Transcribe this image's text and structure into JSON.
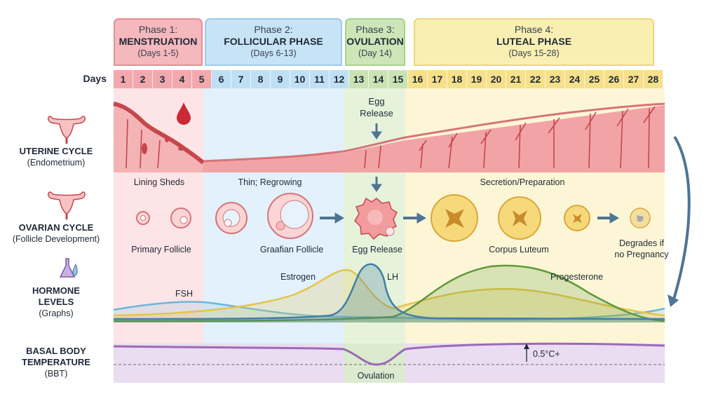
{
  "phases": [
    {
      "label": "Phase 1:",
      "name": "MENSTRUATION",
      "days": "(Days 1-5)"
    },
    {
      "label": "Phase 2:",
      "name": "FOLLICULAR PHASE",
      "days": "(Days 6-13)"
    },
    {
      "label": "Phase 3:",
      "name": "OVULATION",
      "days": "(Day 14)"
    },
    {
      "label": "Phase 4:",
      "name": "LUTEAL PHASE",
      "days": "(Days 15-28)"
    }
  ],
  "days_label": "Days",
  "days": [
    "1",
    "2",
    "3",
    "4",
    "5",
    "6",
    "7",
    "8",
    "9",
    "10",
    "11",
    "12",
    "13",
    "14",
    "15",
    "16",
    "17",
    "18",
    "19",
    "20",
    "21",
    "22",
    "23",
    "24",
    "25",
    "26",
    "27",
    "28"
  ],
  "rows": {
    "uterine": {
      "title": "UTERINE CYCLE",
      "sub": "(Endometrium)"
    },
    "ovarian": {
      "title": "OVARIAN CYCLE",
      "sub": "(Follicle Development)"
    },
    "hormone": {
      "title1": "HORMONE",
      "title2": "LEVELS",
      "sub": "(Graphs)"
    },
    "bbt": {
      "title1": "BASAL BODY",
      "title2": "TEMPERATURE",
      "sub": "(BBT)"
    }
  },
  "uterine_labels": {
    "egg_release_1": "Egg",
    "egg_release_2": "Release",
    "sheds": "Lining Sheds",
    "regrowing": "Thin; Regrowing",
    "secretion": "Secretion/Preparation"
  },
  "ovarian_labels": {
    "primary": "Primary Follicle",
    "graafian": "Graafian Follicle",
    "egg": "Egg Release",
    "corpus": "Corpus Luteum",
    "degrades1": "Degrades if",
    "degrades2": "no Pregnancy"
  },
  "hormone_labels": {
    "fsh": "FSH",
    "estrogen": "Estrogen",
    "lh": "LH",
    "progesterone": "Progesterone"
  },
  "bbt_labels": {
    "ovulation": "Ovulation",
    "rise": "0.5°C+"
  },
  "colors": {
    "menstruation": "#fde4e6",
    "follicular": "#e2f1fb",
    "ovulation": "#e6f3da",
    "luteal": "#fdf6d6",
    "fsh": "#6ab7db",
    "estrogen": "#e5c44a",
    "lh": "#3f7fa6",
    "progesterone": "#5d9a3a",
    "bbt": "#9b6ab5",
    "endometrium": "#f2a3a6",
    "arrow": "#4f7494"
  },
  "icons": [
    "uterus-icon",
    "uterus-icon",
    "flask-icon",
    "blood-drop-icon",
    "arrow-right-icon",
    "arrow-down-icon"
  ]
}
